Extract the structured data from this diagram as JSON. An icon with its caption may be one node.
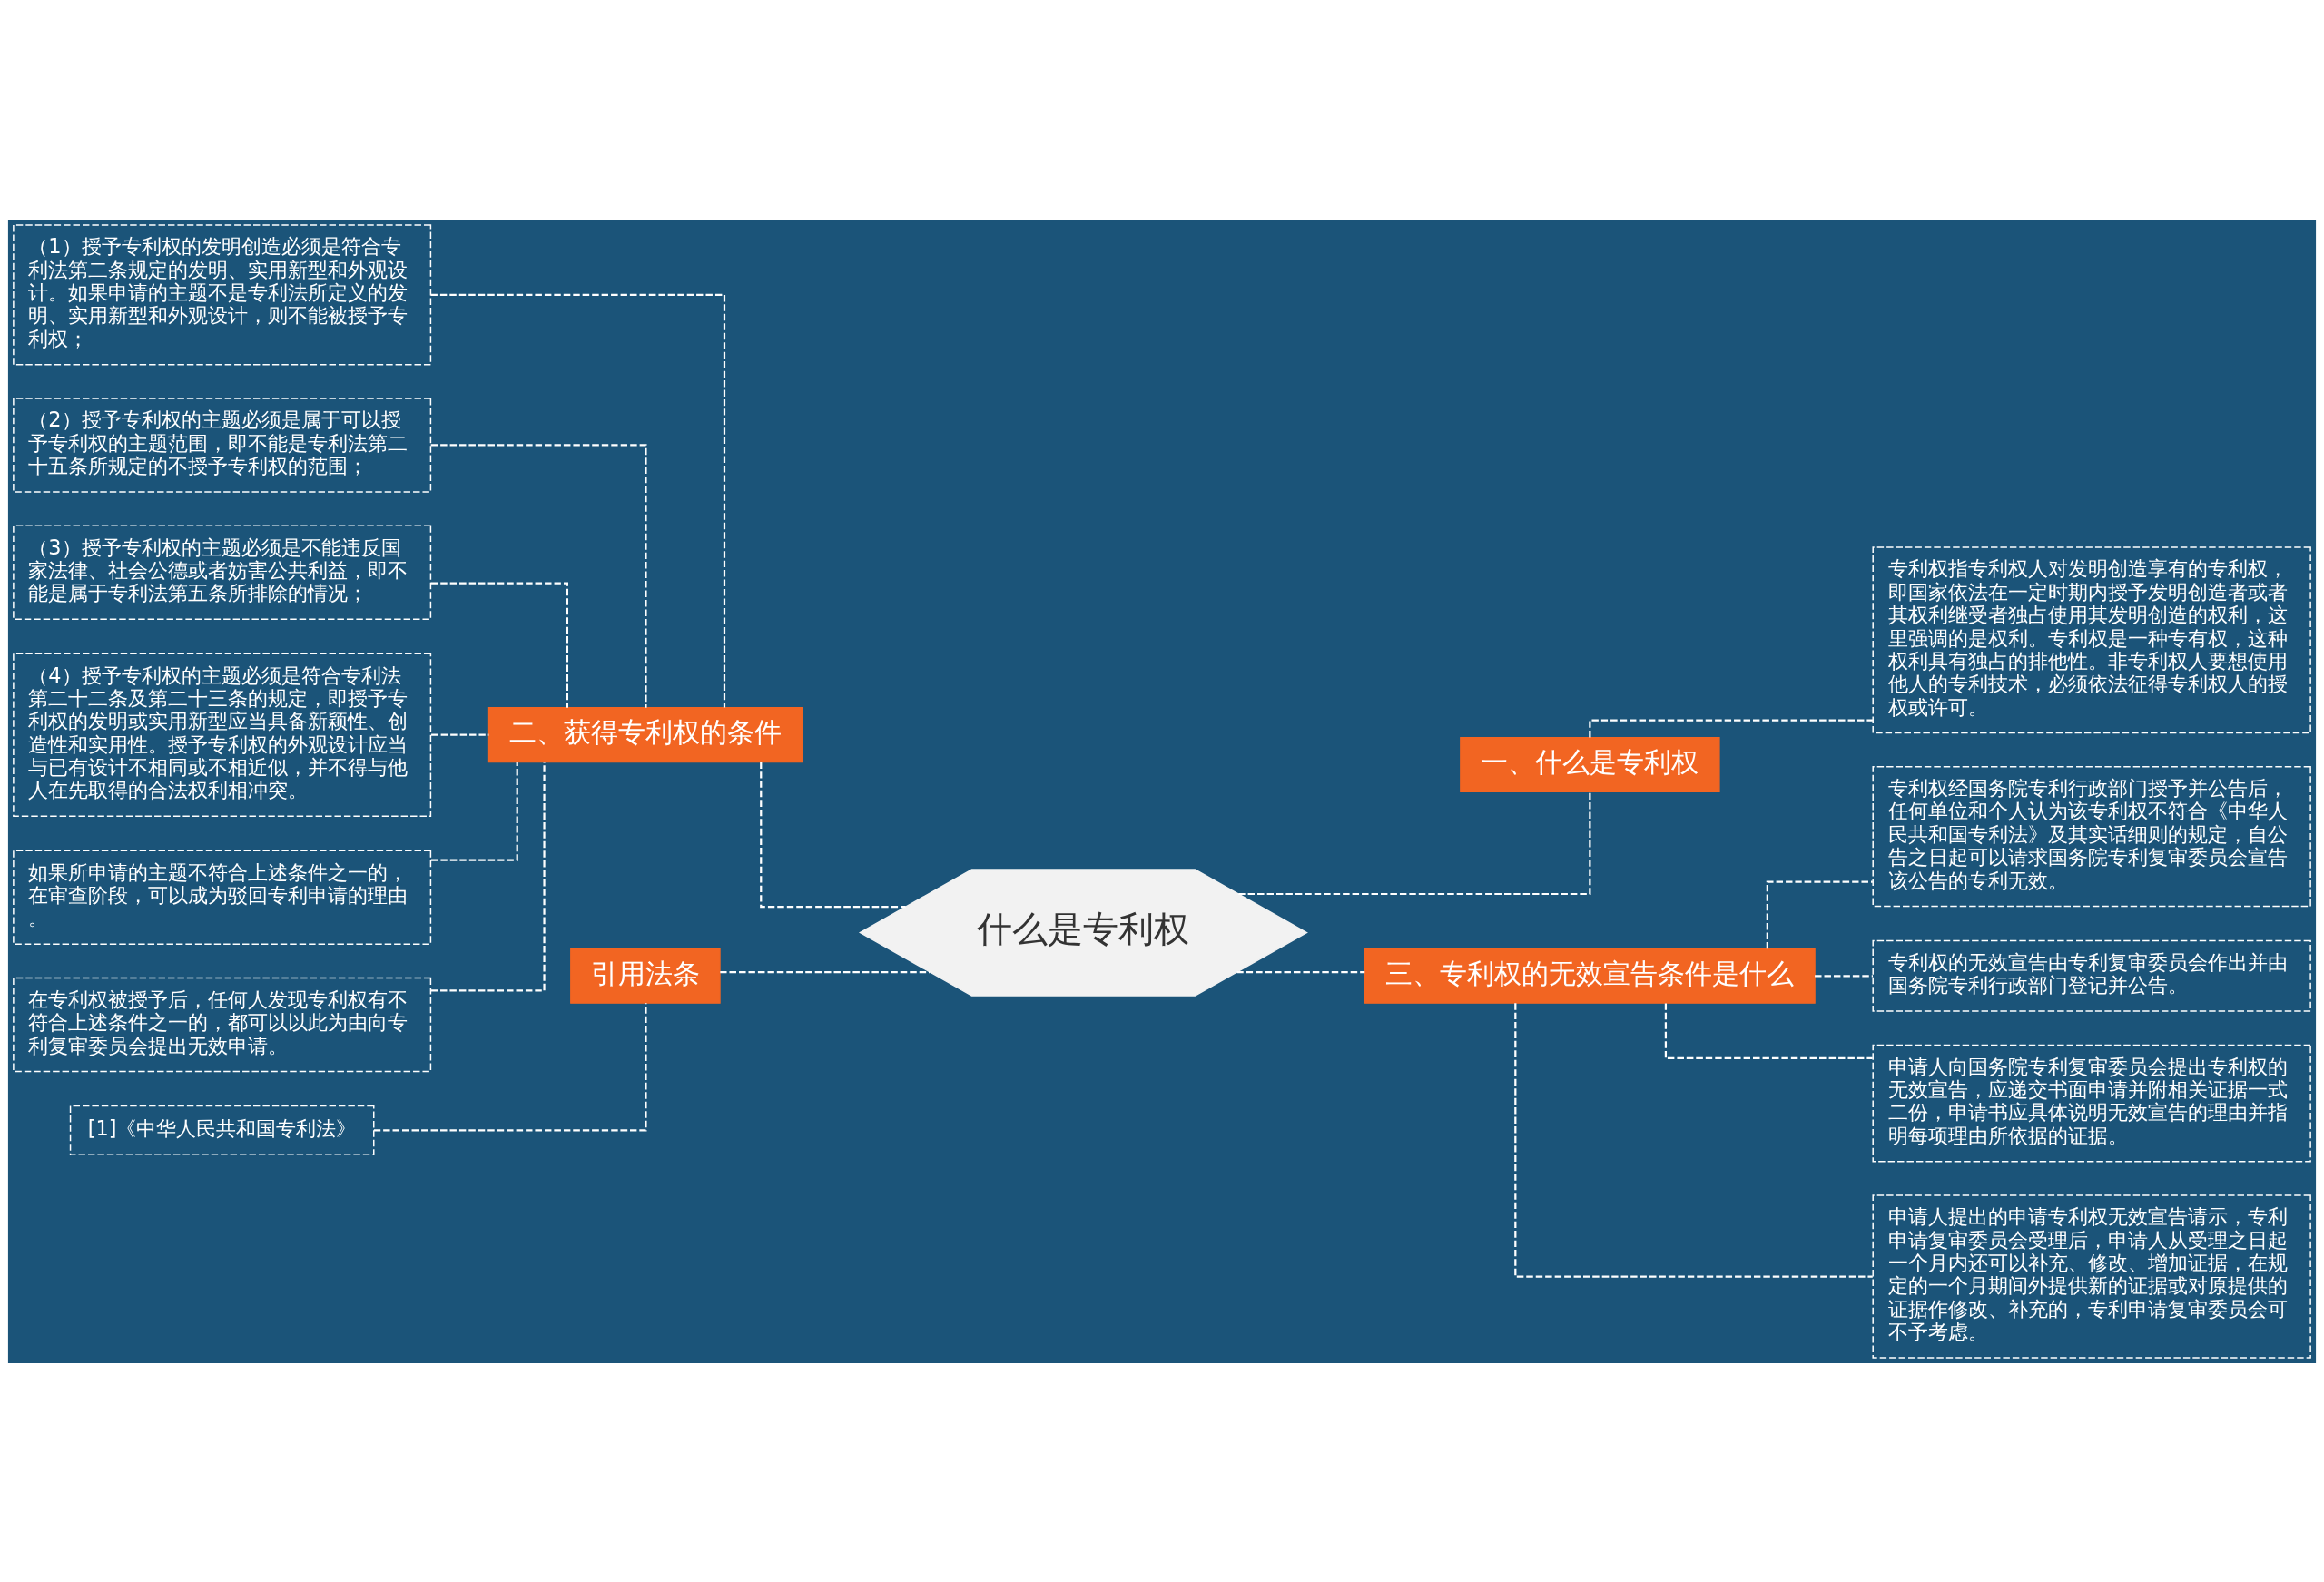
{
  "diagram": {
    "nodes": [
      {
        "text": [
          "什么是专利权"
        ]
      },
      {
        "text": [
          "一、什么是专利权"
        ]
      },
      {
        "text": [
          "专利权指专利权人对发明创造享有的专利权，即国家依法在一定时期内授予发明创造者或者其权利继受者独占使用其发明创造的权利，这里强调的是权利。专利权是一种专有权，这种权利具有独占的排他性。非专利权人要想使用他人的专利技术，必须依法征得专利权人的授权或许可。"
        ]
      },
      {
        "text": [
          "二、获得专利权的条件"
        ]
      },
      {
        "text": [
          "（1）授予专利权的发明创造必须是符合专利法第二条规定的发明、实用新型和外观设计。如果申请的主题不是专利法所定义的发明、实用新型和外观设计，则不能被授予专利权；"
        ]
      },
      {
        "text": [
          "（2）授予专利权的主题必须是属于可以授予专利权的主题范围，即不能是专利法第二十五条所规定的不授予专利权的范围；"
        ]
      },
      {
        "text": [
          "（3）授予专利权的主题必须是不能违反国家法律、社会公德或者妨害公共利益，即不能是属于专利法第五条所排除的情况；"
        ]
      },
      {
        "text": [
          "（4）授予专利权的主题必须是符合专利法第二十二条及第二十三条的规定，即授予专利权的发明或实用新型应当具备新颖性、创造性和实用性。授予专利权的外观设计应当与已有设计不相同或不相近似，并不得与他人在先取得的合法权利相冲突。"
        ]
      },
      {
        "text": [
          "如果所申请的主题不符合上述条件之一的，在审查阶段，可以成为驳回专利申请的理由。"
        ]
      },
      {
        "text": [
          "在专利权被授予后，任何人发现专利权有不符合上述条件之一的，都可以以此为由向专利复审委员会提出无效申请。"
        ]
      },
      {
        "text": [
          "引用法条"
        ]
      },
      {
        "text": [
          "[1]《中华人民共和国专利法》"
        ]
      },
      {
        "text": [
          "三、专利权的无效宣告条件是什么"
        ]
      },
      {
        "text": [
          "专利权经国务院专利行政部门授予并公告后，任何单位和个人认为该专利权不符合《中华人民共和国专利法》及其实话细则的规定，自公告之日起可以请求国务院专利复审委员会宣告该公告的专利无效。"
        ]
      },
      {
        "text": [
          "专利权的无效宣告由专利复审委员会作出并由国务院专利行政部门登记并公告。"
        ]
      },
      {
        "text": [
          "申请人向国务院专利复审委员会提出专利权的无效宣告，应递交书面申请并附相关证据一式二份，申请书应具体说明无效宣告的理由并指明每项理由所依据的证据。"
        ]
      },
      {
        "text": [
          "申请人提出的申请专利权无效宣告请示，专利申请复审委员会受理后，申请人从受理之日起一个月内还可以补充、修改、增加证据，在规定的一个月期间外提供新的证据或对原提供的证据作修改、补充的，专利申请复审委员会可不予考虑。"
        ]
      }
    ],
    "edges": [
      {
        "from": 0,
        "to": 1,
        "arrow": "none",
        "style": "dashed"
      },
      {
        "from": 1,
        "to": 2,
        "arrow": "none",
        "style": "dashed"
      },
      {
        "from": 0,
        "to": 3,
        "arrow": "none",
        "style": "dashed"
      },
      {
        "from": 3,
        "to": 4,
        "arrow": "none",
        "style": "dashed"
      },
      {
        "from": 3,
        "to": 5,
        "arrow": "none",
        "style": "dashed"
      },
      {
        "from": 3,
        "to": 6,
        "arrow": "none",
        "style": "dashed"
      },
      {
        "from": 3,
        "to": 7,
        "arrow": "none",
        "style": "dashed"
      },
      {
        "from": 3,
        "to": 8,
        "arrow": "none",
        "style": "dashed"
      },
      {
        "from": 3,
        "to": 9,
        "arrow": "none",
        "style": "dashed"
      },
      {
        "from": 0,
        "to": 10,
        "arrow": "none",
        "style": "dashed"
      },
      {
        "from": 10,
        "to": 11,
        "arrow": "none",
        "style": "dashed"
      },
      {
        "from": 0,
        "to": 12,
        "arrow": "none",
        "style": "dashed"
      },
      {
        "from": 12,
        "to": 13,
        "arrow": "none",
        "style": "dashed"
      },
      {
        "from": 12,
        "to": 14,
        "arrow": "none",
        "style": "dashed"
      },
      {
        "from": 12,
        "to": 15,
        "arrow": "none",
        "style": "dashed"
      },
      {
        "from": 12,
        "to": 16,
        "arrow": "none",
        "style": "dashed"
      }
    ]
  }
}
